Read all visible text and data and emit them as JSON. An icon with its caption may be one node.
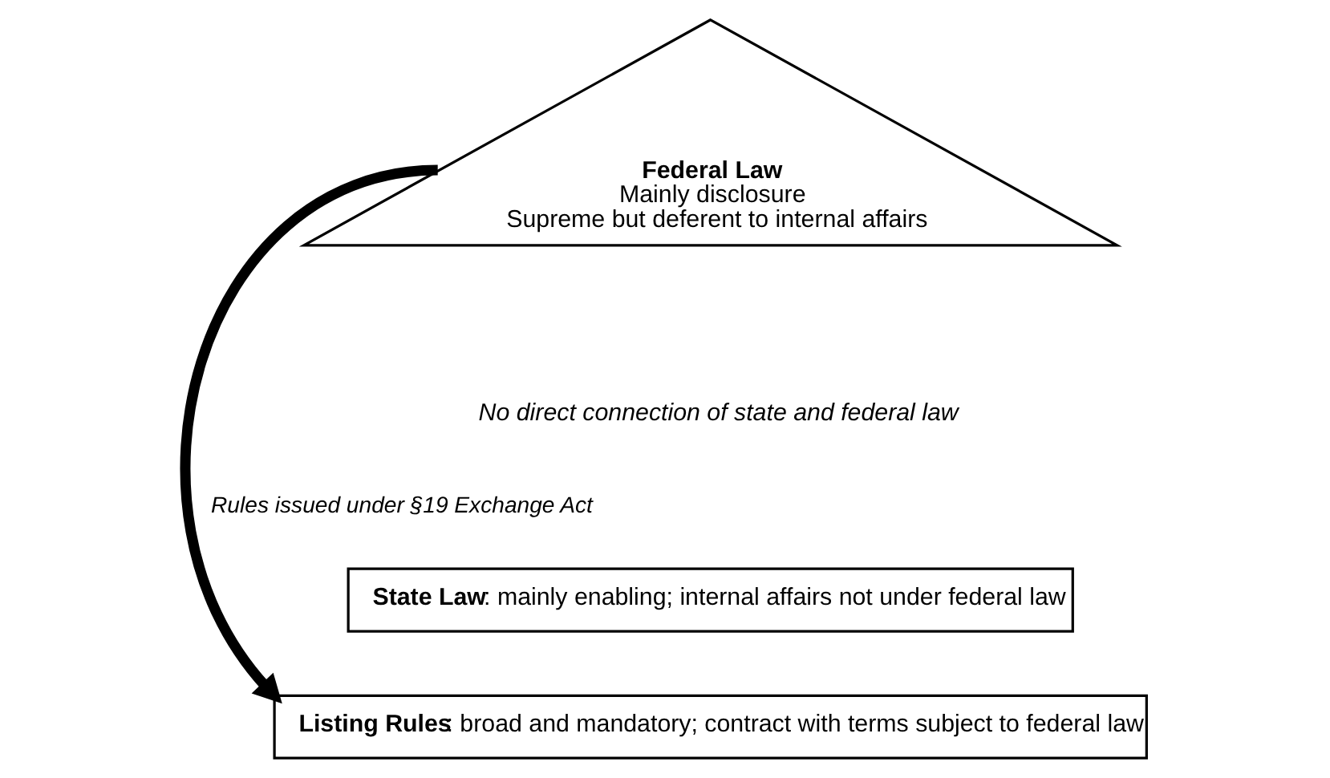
{
  "diagram": {
    "nodes": [
      {
        "text": [
          "Federal Law",
          "Mainly disclosure",
          "Supreme but deferent to internal affairs"
        ]
      },
      {
        "text": [
          "**State Law**: mainly enabling; internal affairs not under federal law"
        ]
      },
      {
        "text": [
          "**Listing Rules**: broad and mandatory; contract with terms subject to federal law"
        ]
      }
    ],
    "edges": [
      {
        "from": 0,
        "to": 2,
        "arrow": "to",
        "label": "Rules issued under §19 Exchange Act"
      }
    ],
    "labels": [
      "No direct connection of state and federal law"
    ]
  }
}
